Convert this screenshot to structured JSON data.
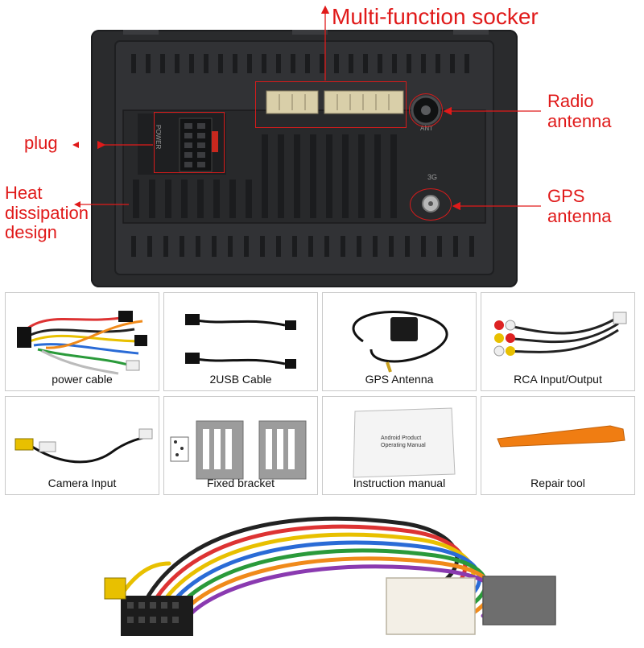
{
  "callouts": {
    "multi_function": "Multi-function socker",
    "radio_antenna": "Radio antenna",
    "plug": "plug",
    "gps_antenna": "GPS antenna",
    "heat_dissipation": "Heat dissipation design"
  },
  "unit_markings": {
    "power": "POWER",
    "three_g": "3G",
    "ant": "ANT"
  },
  "accessories": [
    {
      "label": "power cable",
      "icon": "power-cable-icon"
    },
    {
      "label": "2USB  Cable",
      "icon": "usb-cable-icon"
    },
    {
      "label": "GPS  Antenna",
      "icon": "gps-antenna-icon"
    },
    {
      "label": "RCA Input/Output",
      "icon": "rca-cable-icon"
    },
    {
      "label": "Camera  Input",
      "icon": "camera-cable-icon"
    },
    {
      "label": "Fixed bracket",
      "icon": "bracket-icon"
    },
    {
      "label": "Instruction manual",
      "icon": "manual-icon"
    },
    {
      "label": "Repair tool",
      "icon": "pry-tool-icon"
    }
  ],
  "manual_text": {
    "line1": "Android Product",
    "line2": "Operating Manual"
  },
  "colors": {
    "annotation_red": "#e01a1a",
    "unit_body": "#2a2b2d",
    "tool_orange": "#f07d12"
  }
}
